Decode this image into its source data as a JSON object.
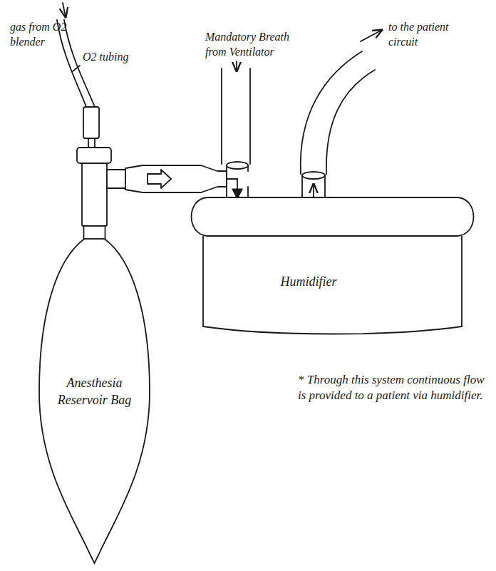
{
  "diagram": {
    "nodes": [
      {
        "text": [
          "Anesthesia Reservoir Bag"
        ]
      },
      {
        "text": [
          "Humidifier"
        ]
      }
    ],
    "edges": [
      {
        "from": 0,
        "to": 1,
        "arrow": "to"
      }
    ],
    "labels": [
      "gas from O2 blender",
      "O2 tubing",
      "Mandatory Breath from Ventilator",
      "to the patient circuit",
      "* Through this system continuous flow is provided to a patient via humidifier."
    ]
  }
}
